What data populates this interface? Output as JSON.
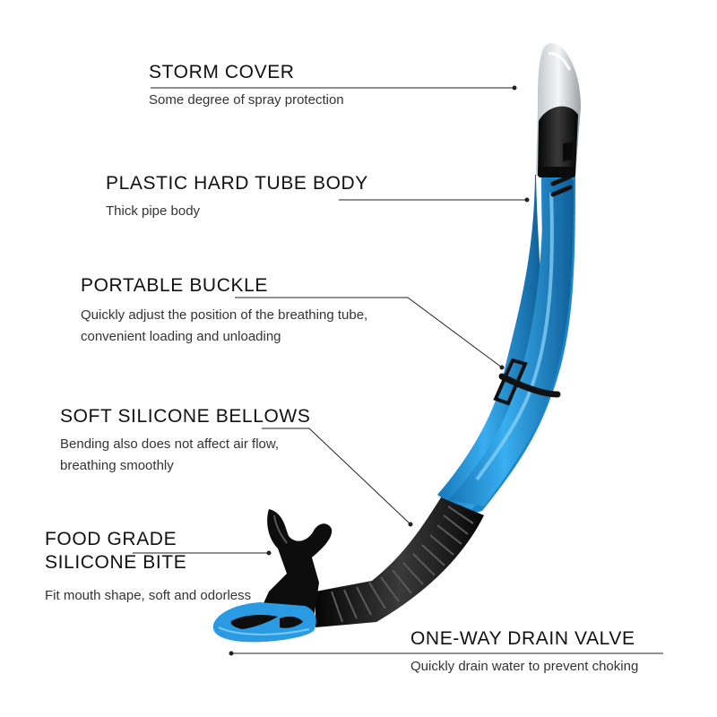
{
  "features": [
    {
      "id": "storm-cover",
      "title": "STORM COVER",
      "desc": [
        "Some degree of spray protection"
      ]
    },
    {
      "id": "tube-body",
      "title": "PLASTIC HARD TUBE BODY",
      "desc": [
        "Thick pipe body"
      ]
    },
    {
      "id": "buckle",
      "title": "PORTABLE BUCKLE",
      "desc": [
        "Quickly adjust the position of the breathing tube,",
        "convenient loading and unloading"
      ]
    },
    {
      "id": "bellows",
      "title": "SOFT SILICONE BELLOWS",
      "desc": [
        "Bending also does not affect air flow,",
        "breathing smoothly"
      ]
    },
    {
      "id": "bite",
      "title": [
        "FOOD GRADE",
        "SILICONE BITE"
      ],
      "desc": [
        "Fit mouth shape, soft and odorless"
      ]
    },
    {
      "id": "drain-valve",
      "title": "ONE-WAY DRAIN VALVE",
      "desc": [
        "Quickly drain water to prevent choking"
      ]
    }
  ],
  "colors": {
    "tube_blue": "#1e8fd6",
    "tube_blue_light": "#5cc0f5",
    "black_parts": "#141414",
    "clear_cover": "#d9dde0",
    "text": "#111111"
  }
}
